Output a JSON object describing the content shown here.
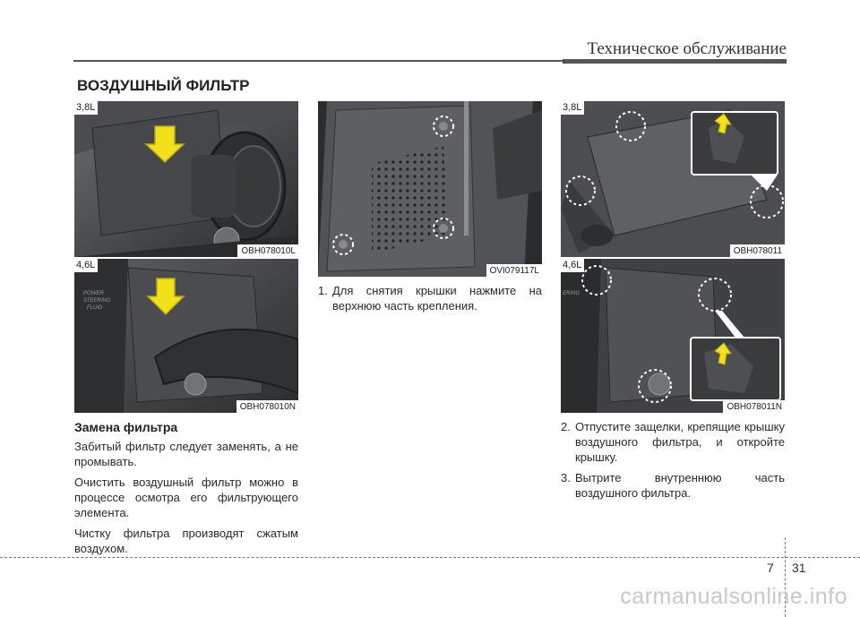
{
  "header": {
    "title": "Техническое обслуживание"
  },
  "section": {
    "title": "ВОЗДУШНЫЙ ФИЛЬТР"
  },
  "photos": {
    "top_left": {
      "engine": "3,8L",
      "code": "OBH078010L"
    },
    "bottom_left": {
      "engine": "4,6L",
      "code": "OBH078010N"
    },
    "middle": {
      "code": "OVI079117L"
    },
    "top_right": {
      "engine": "3,8L",
      "code": "OBH078011"
    },
    "bottom_right": {
      "engine": "4,6L",
      "code": "OBH078011N"
    }
  },
  "left_column": {
    "subhead": "Замена фильтра",
    "paragraphs": [
      "Забитый фильтр следует заменять, а не промывать.",
      "Очистить воздушный фильтр можно в процессе осмотра его фильтрующего элемента.",
      "Чистку фильтра производят сжатым воздухом."
    ]
  },
  "middle_column": {
    "steps": [
      {
        "num": "1.",
        "text": "Для снятия крышки нажмите на верхнюю часть крепления."
      }
    ]
  },
  "right_column": {
    "steps": [
      {
        "num": "2.",
        "text": "Отпустите защелки, крепящие крышку воздушного фильтра, и откройте крышку."
      },
      {
        "num": "3.",
        "text": "Вытрите внутреннюю часть воздушного фильтра."
      }
    ]
  },
  "footer": {
    "chapter": "7",
    "page": "31",
    "watermark": "carmanualsonline.info"
  },
  "colors": {
    "arrow_yellow": "#f2e11a",
    "photo_bg": "#3a3b3d"
  }
}
